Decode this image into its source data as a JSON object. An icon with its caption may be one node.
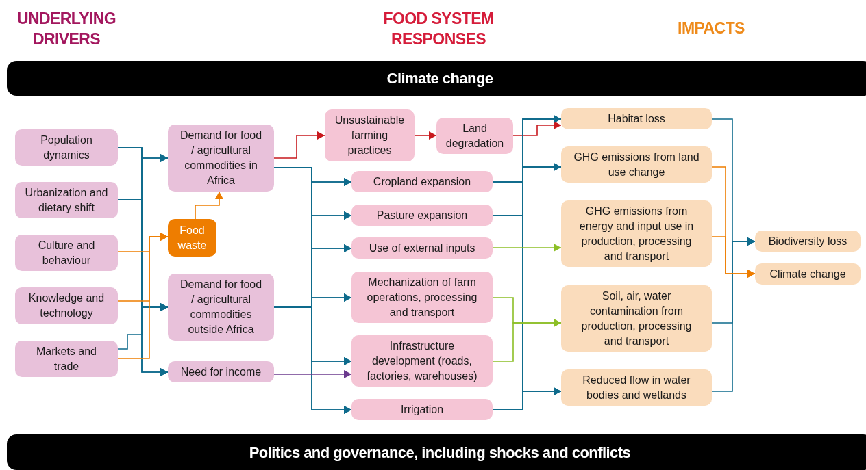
{
  "diagram": {
    "nodes": [
      {
        "text": [
          "Climate change"
        ]
      },
      {
        "text": [
          "Population dynamics"
        ]
      },
      {
        "text": [
          "Urbanization and dietary shift"
        ]
      },
      {
        "text": [
          "Culture and behaviour"
        ]
      },
      {
        "text": [
          "Knowledge and technology"
        ]
      },
      {
        "text": [
          "Markets and trade"
        ]
      },
      {
        "text": [
          "Demand for food / agricultural commodities in Africa"
        ]
      },
      {
        "text": [
          "Food waste"
        ]
      },
      {
        "text": [
          "Demand for food / agricultural commodities outside Africa"
        ]
      },
      {
        "text": [
          "Need for income"
        ]
      },
      {
        "text": [
          "Unsustainable farming practices"
        ]
      },
      {
        "text": [
          "Land degradation"
        ]
      },
      {
        "text": [
          "Cropland expansion"
        ]
      },
      {
        "text": [
          "Pasture expansion"
        ]
      },
      {
        "text": [
          "Use of external inputs"
        ]
      },
      {
        "text": [
          "Mechanization of farm operations, processing and transport"
        ]
      },
      {
        "text": [
          "Infrastructure development (roads, factories, warehouses)"
        ]
      },
      {
        "text": [
          "Irrigation"
        ]
      },
      {
        "text": [
          "Habitat loss"
        ]
      },
      {
        "text": [
          "GHG emissions from land use change"
        ]
      },
      {
        "text": [
          "GHG emissions from energy and input use in production, processing and transport"
        ]
      },
      {
        "text": [
          "Soil, air, water contamination from production, processing and transport"
        ]
      },
      {
        "text": [
          "Reduced flow in water bodies and wetlands"
        ]
      },
      {
        "text": [
          "Biodiversity loss"
        ]
      },
      {
        "text": [
          "Climate change"
        ]
      },
      {
        "text": [
          "Politics and governance, including shocks and conflicts"
        ]
      }
    ],
    "edges": [
      {
        "from": 1,
        "to": 6,
        "arrow": "to"
      },
      {
        "from": 1,
        "to": 8,
        "arrow": "to"
      },
      {
        "from": 1,
        "to": 9,
        "arrow": "to"
      },
      {
        "from": 2,
        "to": 6,
        "arrow": "to"
      },
      {
        "from": 2,
        "to": 8,
        "arrow": "to"
      },
      {
        "from": 2,
        "to": 9,
        "arrow": "to"
      },
      {
        "from": 5,
        "to": 8,
        "arrow": "to"
      },
      {
        "from": 3,
        "to": 7,
        "arrow": "to",
        "color": "#ee7d00"
      },
      {
        "from": 4,
        "to": 7,
        "arrow": "to",
        "color": "#ee7d00"
      },
      {
        "from": 5,
        "to": 7,
        "arrow": "to",
        "color": "#ee7d00"
      },
      {
        "from": 7,
        "to": 6,
        "arrow": "to",
        "color": "#ee7d00"
      },
      {
        "from": 6,
        "to": 10,
        "arrow": "to",
        "color": "#c8191e"
      },
      {
        "from": 10,
        "to": 11,
        "arrow": "to",
        "color": "#c8191e"
      },
      {
        "from": 11,
        "to": 18,
        "arrow": "to",
        "color": "#c8191e"
      },
      {
        "from": 6,
        "to": 12,
        "arrow": "to"
      },
      {
        "from": 6,
        "to": 13,
        "arrow": "to"
      },
      {
        "from": 6,
        "to": 14,
        "arrow": "to"
      },
      {
        "from": 6,
        "to": 15,
        "arrow": "to"
      },
      {
        "from": 6,
        "to": 16,
        "arrow": "to"
      },
      {
        "from": 6,
        "to": 17,
        "arrow": "to"
      },
      {
        "from": 8,
        "to": 12,
        "arrow": "to"
      },
      {
        "from": 8,
        "to": 13,
        "arrow": "to"
      },
      {
        "from": 8,
        "to": 14,
        "arrow": "to"
      },
      {
        "from": 8,
        "to": 15,
        "arrow": "to"
      },
      {
        "from": 8,
        "to": 16,
        "arrow": "to"
      },
      {
        "from": 8,
        "to": 17,
        "arrow": "to"
      },
      {
        "from": 9,
        "to": 16,
        "arrow": "to",
        "color": "#6b3a8e"
      },
      {
        "from": 12,
        "to": 18,
        "arrow": "to"
      },
      {
        "from": 12,
        "to": 19,
        "arrow": "to"
      },
      {
        "from": 12,
        "to": 22,
        "arrow": "to"
      },
      {
        "from": 13,
        "to": 18,
        "arrow": "to"
      },
      {
        "from": 13,
        "to": 19,
        "arrow": "to"
      },
      {
        "from": 13,
        "to": 22,
        "arrow": "to"
      },
      {
        "from": 17,
        "to": 18,
        "arrow": "to"
      },
      {
        "from": 17,
        "to": 19,
        "arrow": "to"
      },
      {
        "from": 17,
        "to": 22,
        "arrow": "to"
      },
      {
        "from": 14,
        "to": 20,
        "arrow": "to",
        "color": "#8cbf26"
      },
      {
        "from": 15,
        "to": 21,
        "arrow": "to",
        "color": "#8cbf26"
      },
      {
        "from": 16,
        "to": 21,
        "arrow": "to",
        "color": "#8cbf26"
      },
      {
        "from": 18,
        "to": 23,
        "arrow": "to"
      },
      {
        "from": 21,
        "to": 23,
        "arrow": "to"
      },
      {
        "from": 22,
        "to": 23,
        "arrow": "to"
      },
      {
        "from": 19,
        "to": 24,
        "arrow": "to",
        "color": "#ee7d00"
      },
      {
        "from": 20,
        "to": 24,
        "arrow": "to",
        "color": "#ee7d00"
      }
    ],
    "labels": [
      "UNDERLYING DRIVERS",
      "FOOD SYSTEM RESPONSES",
      "IMPACTS"
    ]
  }
}
